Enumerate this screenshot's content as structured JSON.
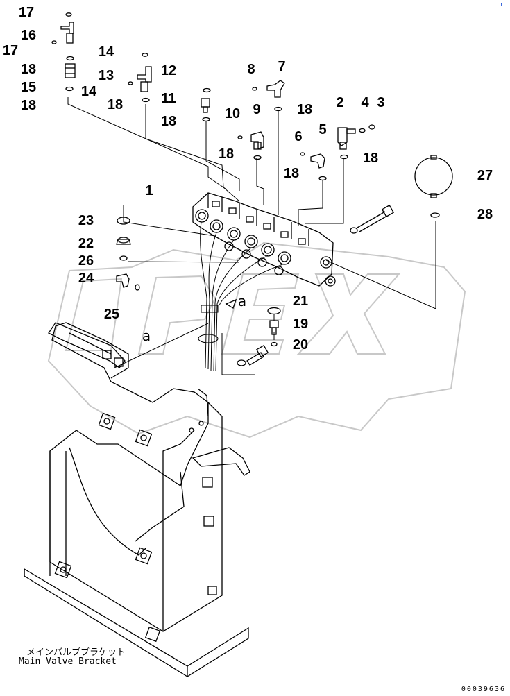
{
  "diagram": {
    "callouts": [
      {
        "id": "c17a",
        "label": "17"
      },
      {
        "id": "c16",
        "label": "16"
      },
      {
        "id": "c17b",
        "label": "17"
      },
      {
        "id": "c18a",
        "label": "18"
      },
      {
        "id": "c15",
        "label": "15"
      },
      {
        "id": "c18b",
        "label": "18"
      },
      {
        "id": "c14a",
        "label": "14"
      },
      {
        "id": "c13",
        "label": "13"
      },
      {
        "id": "c14b",
        "label": "14"
      },
      {
        "id": "c12",
        "label": "12"
      },
      {
        "id": "c11",
        "label": "11"
      },
      {
        "id": "c18c",
        "label": "18"
      },
      {
        "id": "c18d",
        "label": "18"
      },
      {
        "id": "c8",
        "label": "8"
      },
      {
        "id": "c7",
        "label": "7"
      },
      {
        "id": "c18e",
        "label": "18"
      },
      {
        "id": "c10",
        "label": "10"
      },
      {
        "id": "c9",
        "label": "9"
      },
      {
        "id": "c18f",
        "label": "18"
      },
      {
        "id": "c2",
        "label": "2"
      },
      {
        "id": "c4",
        "label": "4"
      },
      {
        "id": "c3",
        "label": "3"
      },
      {
        "id": "c6",
        "label": "6"
      },
      {
        "id": "c5",
        "label": "5"
      },
      {
        "id": "c18g",
        "label": "18"
      },
      {
        "id": "c18h",
        "label": "18"
      },
      {
        "id": "c27",
        "label": "27"
      },
      {
        "id": "c28",
        "label": "28"
      },
      {
        "id": "c1",
        "label": "1"
      },
      {
        "id": "c23",
        "label": "23"
      },
      {
        "id": "c22",
        "label": "22"
      },
      {
        "id": "c26",
        "label": "26"
      },
      {
        "id": "c24",
        "label": "24"
      },
      {
        "id": "c25",
        "label": "25"
      },
      {
        "id": "c21",
        "label": "21"
      },
      {
        "id": "c19",
        "label": "19"
      },
      {
        "id": "c20",
        "label": "20"
      }
    ],
    "view_marks": [
      "a",
      "a"
    ],
    "caption_jp": "メインバルブブラケット",
    "caption_en": "Main Valve Bracket",
    "drawing_number": "00039636",
    "corner_mark": "r",
    "watermark": "OPEX",
    "colors": {
      "line": "#000000",
      "watermark_stroke": "#c8c8c8",
      "corner_mark": "#1a4fd6"
    }
  }
}
